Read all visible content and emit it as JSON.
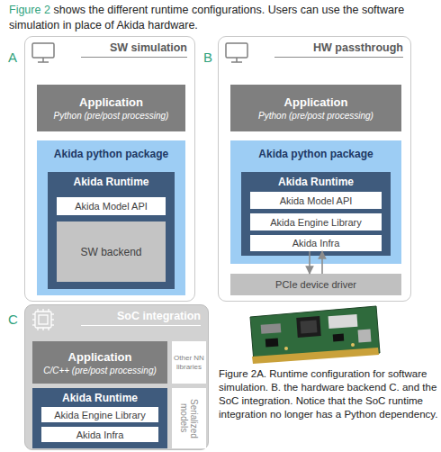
{
  "diagram": {
    "caption": "Figure 2A. Runtime configuration for software simulation. B. the hardware backend C. and the SoC integration. Notice that the SoC runtime integration no longer has a Python dependency.",
    "nodes": [
      {
        "text": [
          "SW simulation"
        ]
      },
      {
        "text": [
          "Application",
          "Python (pre/post processing)"
        ],
        "in": 0
      },
      {
        "text": [
          "Akida python package"
        ],
        "in": 0
      },
      {
        "text": [
          "Akida Runtime"
        ],
        "in": 2
      },
      {
        "text": [
          "Akida Model API"
        ],
        "in": 3
      },
      {
        "text": [
          "SW backend"
        ],
        "in": 3
      },
      {
        "text": [
          "HW passthrough"
        ]
      },
      {
        "text": [
          "Application",
          "Python (pre/post processing)"
        ],
        "in": 6
      },
      {
        "text": [
          "Akida python package"
        ],
        "in": 6
      },
      {
        "text": [
          "Akida Runtime"
        ],
        "in": 8
      },
      {
        "text": [
          "Akida Model API"
        ],
        "in": 9
      },
      {
        "text": [
          "Akida Engine Library"
        ],
        "in": 9
      },
      {
        "text": [
          "Akida Infra"
        ],
        "in": 9
      },
      {
        "text": [
          "PCIe device driver"
        ],
        "in": 6
      },
      {
        "text": [
          "SoC integration"
        ]
      },
      {
        "text": [
          "Application",
          "C/C++ (pre/post processing)"
        ],
        "in": 14
      },
      {
        "text": [
          "Other NN libraries"
        ],
        "in": 14
      },
      {
        "text": [
          "Akida Runtime"
        ],
        "in": 14
      },
      {
        "text": [
          "Akida Engine Library"
        ],
        "in": 17
      },
      {
        "text": [
          "Akida Infra"
        ],
        "in": 17
      },
      {
        "text": [
          "Serialized models"
        ],
        "in": 14
      }
    ],
    "edges": [
      {
        "from": 12,
        "to": 13,
        "arrow": "to"
      },
      {
        "from": 13,
        "to": 12,
        "arrow": "to"
      }
    ],
    "labels": [
      "Figure 2",
      "shows the different runtime configurations. Users can use the software simulation in place of Akida hardware.",
      "A",
      "B",
      "C"
    ]
  }
}
